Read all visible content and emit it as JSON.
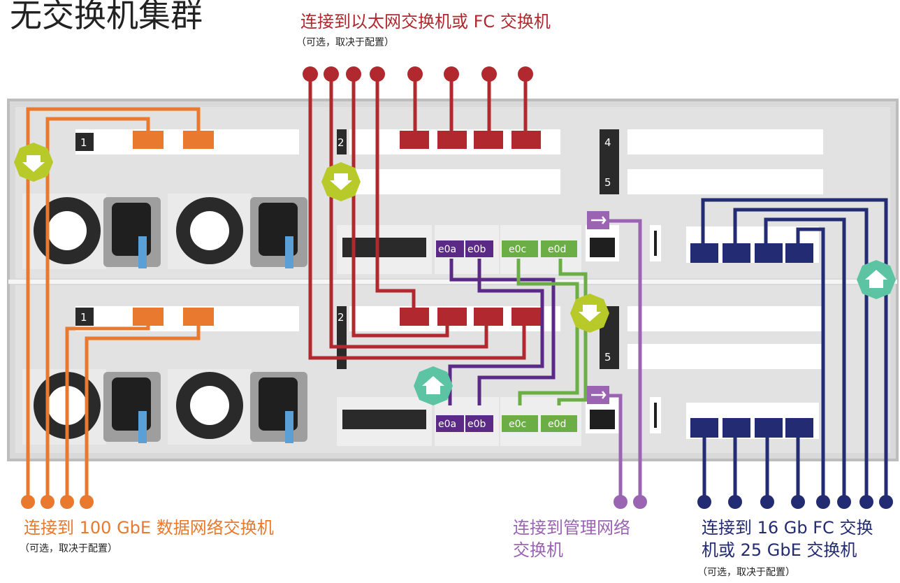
{
  "title": "无交换机集群",
  "colors": {
    "orange": "#E8792E",
    "red": "#B1282F",
    "purple": "#5B2A86",
    "green": "#6BAE45",
    "lavender": "#9A64B2",
    "navy": "#232C72",
    "yellowgreen": "#B8C92A",
    "teal": "#5CC4A2"
  },
  "labels": {
    "ethernet_fc": "连接到以太网交换机或 FC 交换机",
    "ethernet_fc_note": "（可选，取决于配置）",
    "data_network": "连接到 100 GbE 数据网络交换机",
    "data_network_note": "（可选，取决于配置）",
    "mgmt_line1": "连接到管理网络",
    "mgmt_line2": "交换机",
    "fc_line1": "连接到 16 Gb FC 交换",
    "fc_line2": "机或 25 GbE 交换机",
    "fc_note": "（可选，取决于配置）"
  },
  "slots": {
    "top": [
      "1",
      "2",
      "4",
      "5"
    ],
    "bottom": [
      "1",
      "2",
      "5"
    ]
  },
  "ports": {
    "e0a": "e0a",
    "e0b": "e0b",
    "e0c": "e0c",
    "e0d": "e0d"
  },
  "icons": [
    "arrow-down-icon",
    "arrow-up-icon",
    "wrench-icon"
  ]
}
